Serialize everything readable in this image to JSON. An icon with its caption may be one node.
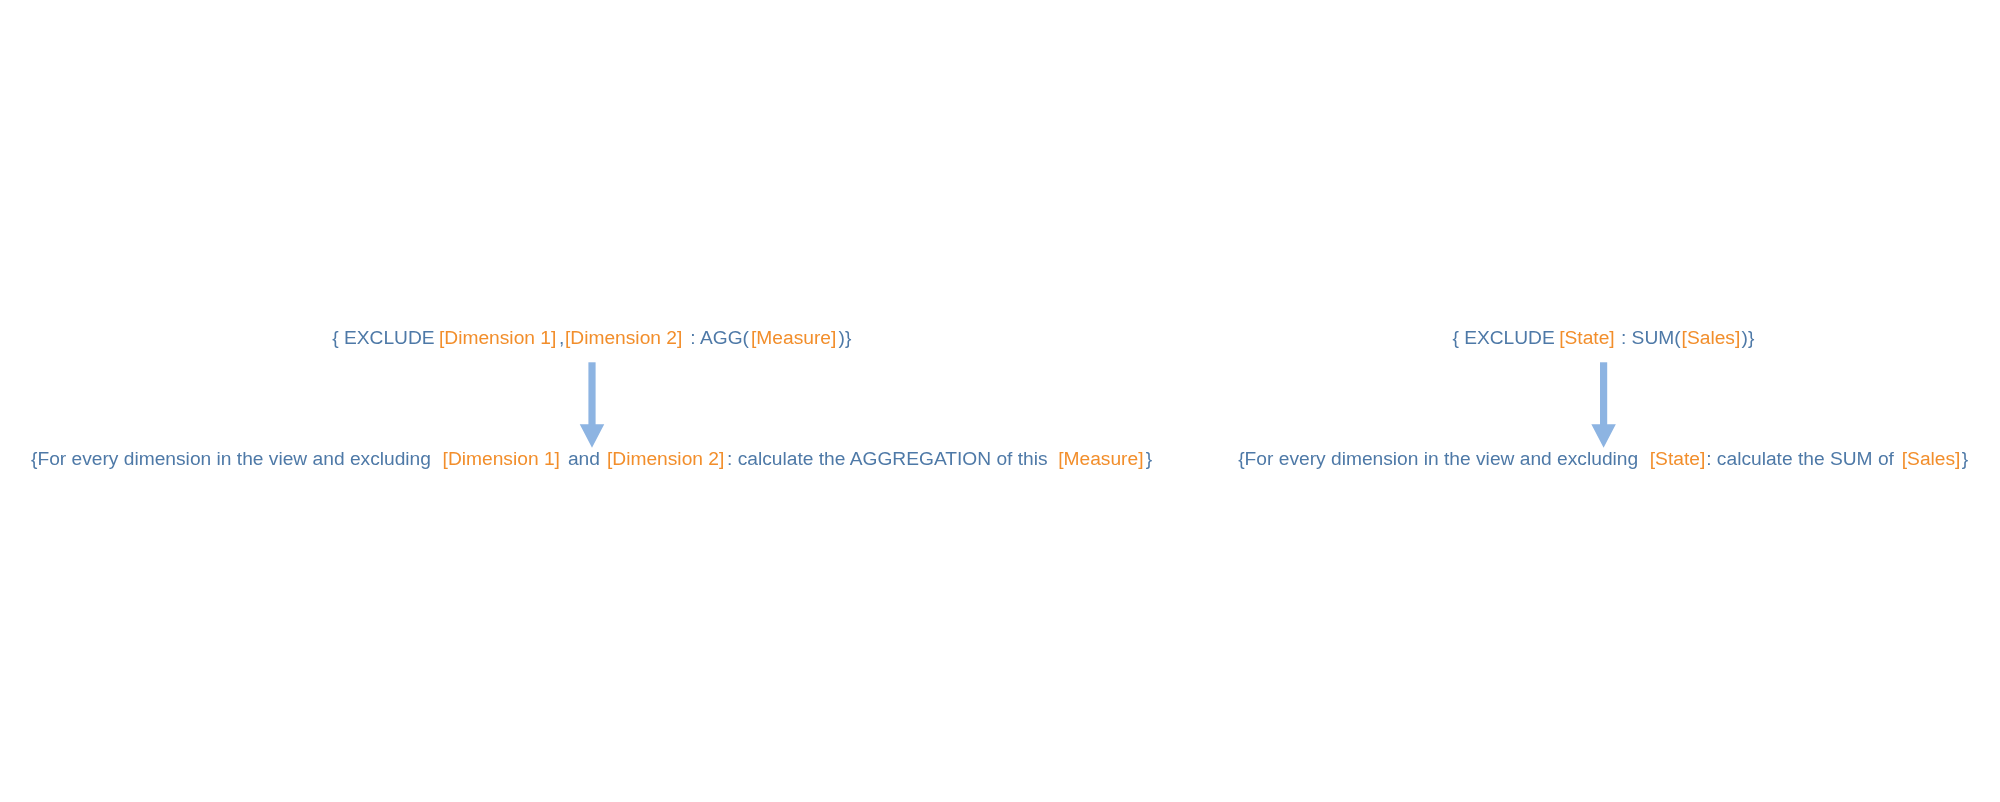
{
  "diagram": {
    "nodes": [
      {
        "text": [
          "{ EXCLUDE [Dimension 1],[Dimension 2] : AGG([Measure])}"
        ]
      },
      {
        "text": [
          "{For every dimension in the view and excluding [Dimension 1] and [Dimension 2]: calculate the AGGREGATION of this [Measure]}"
        ]
      },
      {
        "text": [
          "{ EXCLUDE [State] : SUM([Sales])}"
        ]
      },
      {
        "text": [
          "{For every dimension in the view and excluding [State]: calculate the SUM of [Sales]}"
        ]
      }
    ],
    "edges": [
      {
        "from": 0,
        "to": 1,
        "arrow": "to"
      },
      {
        "from": 2,
        "to": 3,
        "arrow": "to"
      }
    ]
  }
}
